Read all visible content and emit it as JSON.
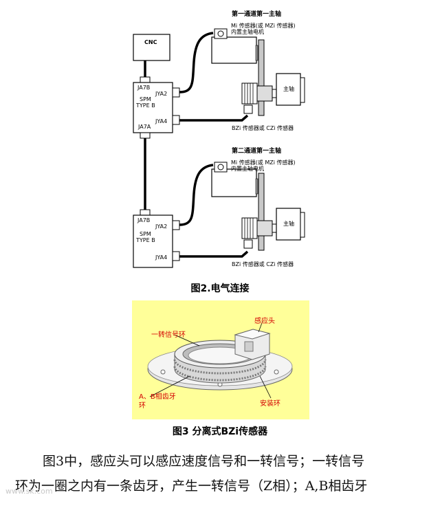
{
  "figure2": {
    "channel1_title": "第一通道第一主轴",
    "channel2_title": "第二通道第一主轴",
    "cnc_label": "CNC",
    "ja7b": "JA7B",
    "ja7a": "JA7A",
    "spm_line1": "SPM",
    "spm_line2": "TYPE B",
    "jya2": "JYA2",
    "jya4": "JYA4",
    "motor_sensor_line1": "Mi 传感器(或 MZi 传感器)",
    "motor_sensor_line2": "内置主轴电机",
    "spindle_label": "主轴",
    "bzi_sensor_label": "BZi 传感器或 CZi 传感器",
    "caption": "图2.电气连接"
  },
  "figure3": {
    "sensor_head": "感应头",
    "one_rev_ring": "一转信号环",
    "ab_gear_line1": "A、B相齿牙",
    "ab_gear_line2": "环",
    "mounting_ring": "安装环",
    "caption": "图3  分离式BZi传感器"
  },
  "body": {
    "line1": "图3中，感应头可以感应速度信号和一转信号；一转信号",
    "line2": "环为一圈之内有一条齿牙，产生一转信号（Z相）；A,B相齿牙"
  },
  "watermark": "www.sk.com"
}
